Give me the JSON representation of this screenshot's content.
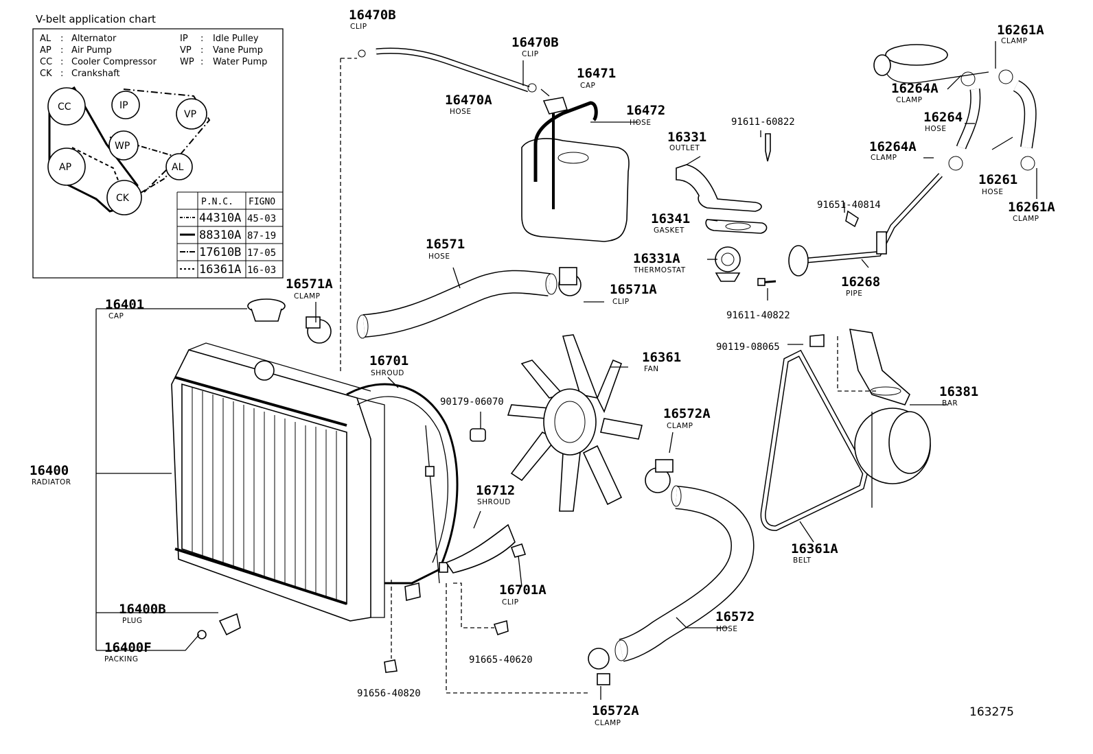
{
  "chart": {
    "title": "V-belt application chart",
    "legend_left": [
      {
        "code": "AL",
        "name": "Alternator"
      },
      {
        "code": "AP",
        "name": "Air Pump"
      },
      {
        "code": "CC",
        "name": "Cooler Compressor"
      },
      {
        "code": "CK",
        "name": "Crankshaft"
      }
    ],
    "legend_right": [
      {
        "code": "IP",
        "name": "Idle Pulley"
      },
      {
        "code": "VP",
        "name": "Vane Pump"
      },
      {
        "code": "WP",
        "name": "Water Pump"
      }
    ],
    "nodes": [
      "CC",
      "IP",
      "VP",
      "WP",
      "AP",
      "AL",
      "CK"
    ],
    "table_headers": [
      "P.N.C.",
      "FIGNO"
    ],
    "table_rows": [
      {
        "pnc": "44310A",
        "fig": "45-03"
      },
      {
        "pnc": "88310A",
        "fig": "87-19"
      },
      {
        "pnc": "17610B",
        "fig": "17-05"
      },
      {
        "pnc": "16361A",
        "fig": "16-03"
      }
    ]
  },
  "callouts": {
    "c16470B_1": {
      "num": "16470B",
      "label": "CLIP"
    },
    "c16470B_2": {
      "num": "16470B",
      "label": "CLIP"
    },
    "c16470A": {
      "num": "16470A",
      "label": "HOSE"
    },
    "c16471": {
      "num": "16471",
      "label": "CAP"
    },
    "c16472": {
      "num": "16472",
      "label": "HOSE"
    },
    "c16331": {
      "num": "16331",
      "label": "OUTLET"
    },
    "c91611_60822": {
      "num": "91611-60822",
      "label": ""
    },
    "c16341": {
      "num": "16341",
      "label": "GASKET"
    },
    "c16331A": {
      "num": "16331A",
      "label": "THERMOSTAT"
    },
    "c91611_40822": {
      "num": "91611-40822",
      "label": ""
    },
    "c16261A_1": {
      "num": "16261A",
      "label": "CLAMP"
    },
    "c16264A_1": {
      "num": "16264A",
      "label": "CLAMP"
    },
    "c16264": {
      "num": "16264",
      "label": "HOSE"
    },
    "c16264A_2": {
      "num": "16264A",
      "label": "CLAMP"
    },
    "c16261": {
      "num": "16261",
      "label": "HOSE"
    },
    "c16261A_2": {
      "num": "16261A",
      "label": "CLAMP"
    },
    "c91651_40814": {
      "num": "91651-40814",
      "label": ""
    },
    "c16268": {
      "num": "16268",
      "label": "PIPE"
    },
    "c16571": {
      "num": "16571",
      "label": "HOSE"
    },
    "c16571A_1": {
      "num": "16571A",
      "label": "CLAMP"
    },
    "c16571A_2": {
      "num": "16571A",
      "label": "CLIP"
    },
    "c16401": {
      "num": "16401",
      "label": "CAP"
    },
    "c16701": {
      "num": "16701",
      "label": "SHROUD"
    },
    "c90179_06070": {
      "num": "90179-06070",
      "label": ""
    },
    "c16361": {
      "num": "16361",
      "label": "FAN"
    },
    "c90119_08065": {
      "num": "90119-08065",
      "label": ""
    },
    "c16381": {
      "num": "16381",
      "label": "BAR"
    },
    "c16572A_1": {
      "num": "16572A",
      "label": "CLAMP"
    },
    "c16400": {
      "num": "16400",
      "label": "RADIATOR"
    },
    "c16712": {
      "num": "16712",
      "label": "SHROUD"
    },
    "c16701A": {
      "num": "16701A",
      "label": "CLIP"
    },
    "c16361A": {
      "num": "16361A",
      "label": "BELT"
    },
    "c16572": {
      "num": "16572",
      "label": "HOSE"
    },
    "c16400B": {
      "num": "16400B",
      "label": "PLUG"
    },
    "c16400F": {
      "num": "16400F",
      "label": "PACKING"
    },
    "c91665_40620": {
      "num": "91665-40620",
      "label": ""
    },
    "c91656_40820": {
      "num": "91656-40820",
      "label": ""
    },
    "c16572A_2": {
      "num": "16572A",
      "label": "CLAMP"
    }
  },
  "figure_number": "163275"
}
